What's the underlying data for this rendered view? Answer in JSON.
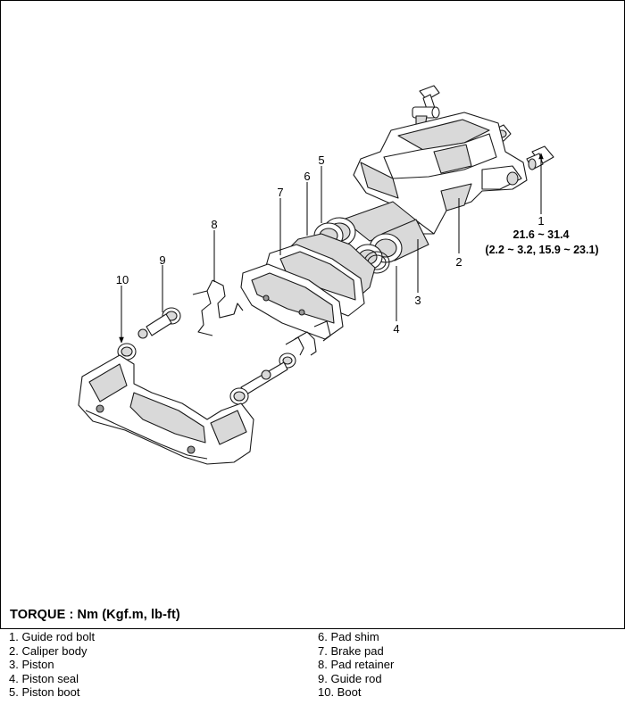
{
  "callouts": {
    "c1": "1",
    "c2": "2",
    "c3": "3",
    "c4": "4",
    "c5": "5",
    "c6": "6",
    "c7": "7",
    "c8": "8",
    "c9": "9",
    "c10": "10"
  },
  "torque_spec": {
    "line1": "21.6 ~ 31.4",
    "line2": "(2.2 ~ 3.2, 15.9 ~ 23.1)"
  },
  "torque_title": "TORQUE : Nm (Kgf.m, lb-ft)",
  "legend": {
    "left": [
      "1. Guide rod bolt",
      "2. Caliper body",
      "3. Piston",
      "4. Piston seal",
      "5. Piston boot"
    ],
    "right": [
      "6. Pad shim",
      "7. Brake pad",
      "8. Pad retainer",
      "9. Guide rod",
      "10. Boot"
    ]
  }
}
